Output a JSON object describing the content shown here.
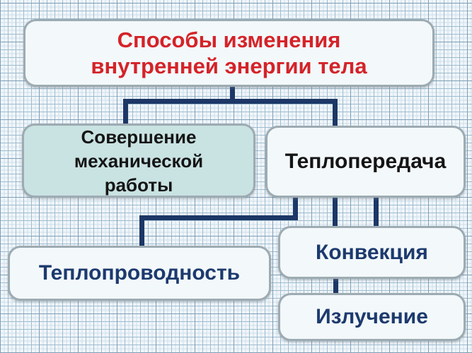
{
  "diagram": {
    "title": {
      "line1": "Способы изменения",
      "line2": "внутренней энергии тела"
    },
    "nodes": {
      "work": {
        "line1": "Совершение",
        "line2": "механической",
        "line3": "работы"
      },
      "heat_transfer": {
        "label": "Теплопередача"
      },
      "conduction": {
        "label": "Теплопроводность"
      },
      "convection": {
        "label": "Конвекция"
      },
      "radiation": {
        "label": "Излучение"
      }
    },
    "colors": {
      "title_text": "#d42329",
      "navy_text": "#1c3a6e",
      "black_text": "#151515",
      "connector": "#1c3766",
      "teal_box_bg": "#c9e2e2",
      "white_box_bg": "#f3f8fa",
      "box_border": "#9dabb2",
      "grid_line": "#9dbccf",
      "background": "#f1f6fa"
    }
  }
}
